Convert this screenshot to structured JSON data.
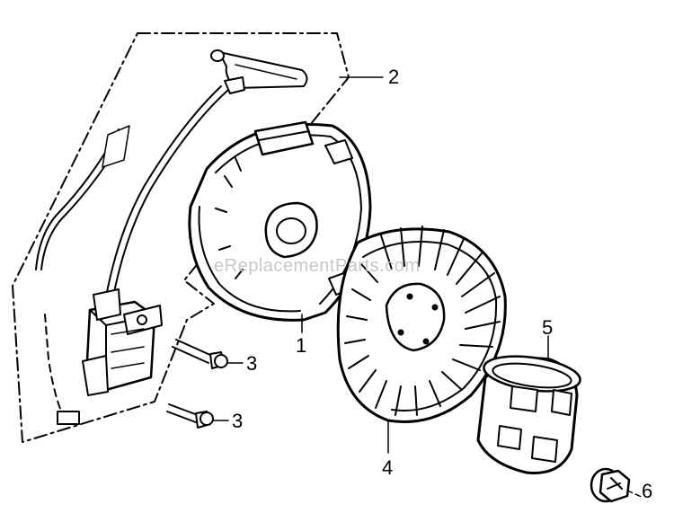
{
  "watermark": "eReplacementParts.com",
  "callouts": [
    {
      "id": "2",
      "label": "2"
    },
    {
      "id": "3a",
      "label": "3"
    },
    {
      "id": "3b",
      "label": "3"
    },
    {
      "id": "1",
      "label": "1"
    },
    {
      "id": "4",
      "label": "4"
    },
    {
      "id": "5",
      "label": "5"
    },
    {
      "id": "6",
      "label": "6"
    }
  ],
  "colors": {
    "ink": "#000000",
    "watermark": "#c8c8c8",
    "background": "#ffffff"
  }
}
